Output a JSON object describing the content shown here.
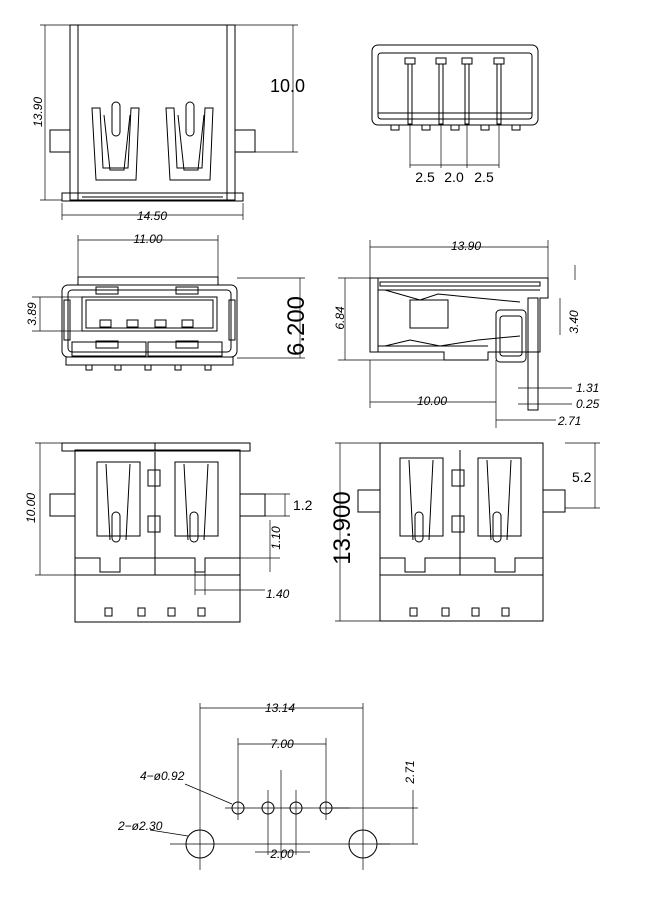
{
  "views": {
    "front_top": {
      "height": "13.90",
      "width": "14.50",
      "depth": "10.0"
    },
    "rear_pins": {
      "pitch_outer_left": "2.5",
      "pitch_center": "2.0",
      "pitch_outer_right": "2.5"
    },
    "front_port": {
      "width": "11.00",
      "port_height": "3.89",
      "height": "6.200"
    },
    "side": {
      "length": "13.90",
      "height": "6.84",
      "pin_offset": "3.40",
      "body": "10.00",
      "pin_len": "1.31",
      "pin_thick": "0.25",
      "pin_pos": "2.71"
    },
    "bottom_left": {
      "height": "10.00",
      "tab_width": "1.2",
      "slot_h": "1.10",
      "slot_w": "1.40"
    },
    "bottom_right": {
      "height": "13.900",
      "tab": "5.2"
    },
    "footprint": {
      "span": "13.14",
      "pin_span": "7.00",
      "pin_row_offset": "2.71",
      "signal_holes": "4−ø0.92",
      "mount_holes": "2−ø2.30",
      "pin_pitch": "2.00"
    }
  }
}
